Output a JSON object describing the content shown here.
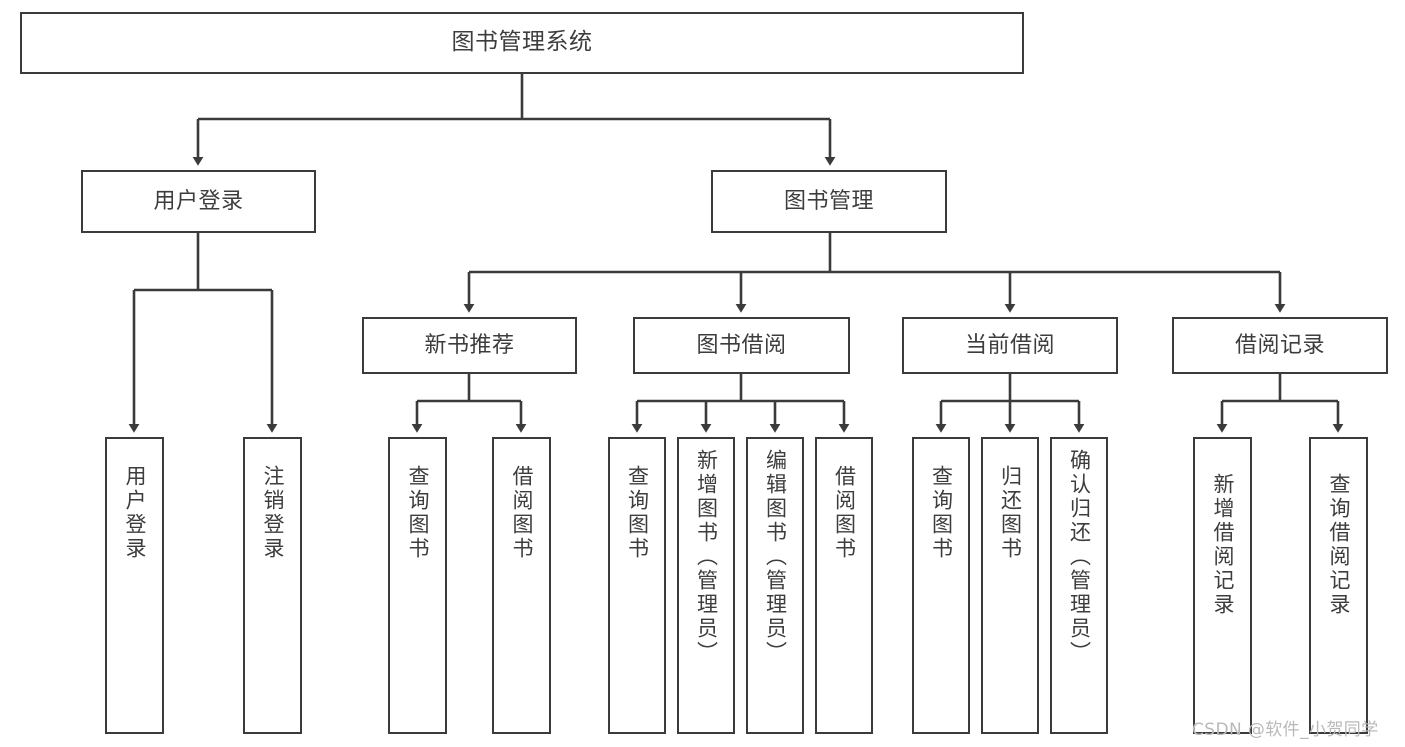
{
  "diagram": {
    "title": "图书管理系统",
    "type": "hierarchy-tree",
    "stroke_color": "#3b3b3b",
    "text_color": "#3d3d3d",
    "background_color": "#ffffff"
  },
  "nodes": {
    "root": {
      "label": "图书管理系统"
    },
    "level2": [
      {
        "label": "用户登录"
      },
      {
        "label": "图书管理"
      }
    ],
    "level3": [
      {
        "label": "新书推荐"
      },
      {
        "label": "图书借阅"
      },
      {
        "label": "当前借阅"
      },
      {
        "label": "借阅记录"
      }
    ],
    "leaves": {
      "user_login": [
        {
          "label": "用户登录"
        },
        {
          "label": "注销登录"
        }
      ],
      "new_book_recommend": [
        {
          "label": "查询图书"
        },
        {
          "label": "借阅图书"
        }
      ],
      "book_borrow": [
        {
          "label": "查询图书"
        },
        {
          "label": "新增图书（管理员）"
        },
        {
          "label": "编辑图书（管理员）"
        },
        {
          "label": "借阅图书"
        }
      ],
      "current_borrow": [
        {
          "label": "查询图书"
        },
        {
          "label": "归还图书"
        },
        {
          "label": "确认归还（管理员）"
        }
      ],
      "borrow_record": [
        {
          "label": "新增借阅记录"
        },
        {
          "label": "查询借阅记录"
        }
      ]
    }
  },
  "watermark": {
    "text": "CSDN @软件_小贺同学"
  }
}
